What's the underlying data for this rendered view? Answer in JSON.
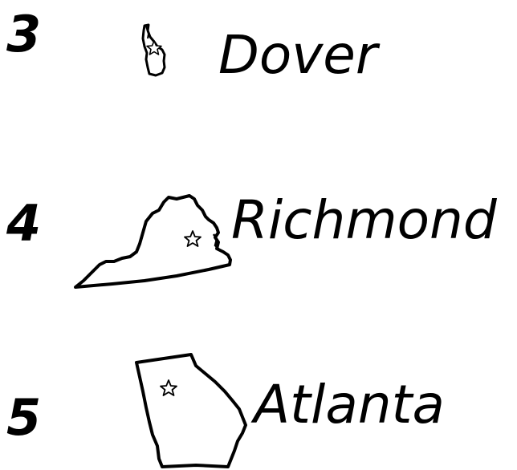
{
  "items": [
    {
      "number": "3",
      "capital": "Dover",
      "state_icon": "delaware-outline-icon"
    },
    {
      "number": "4",
      "capital": "Richmond",
      "state_icon": "virginia-outline-icon"
    },
    {
      "number": "5",
      "capital": "Atlanta",
      "state_icon": "georgia-outline-icon"
    }
  ],
  "colors": {
    "ink": "#000000",
    "background": "#ffffff"
  }
}
